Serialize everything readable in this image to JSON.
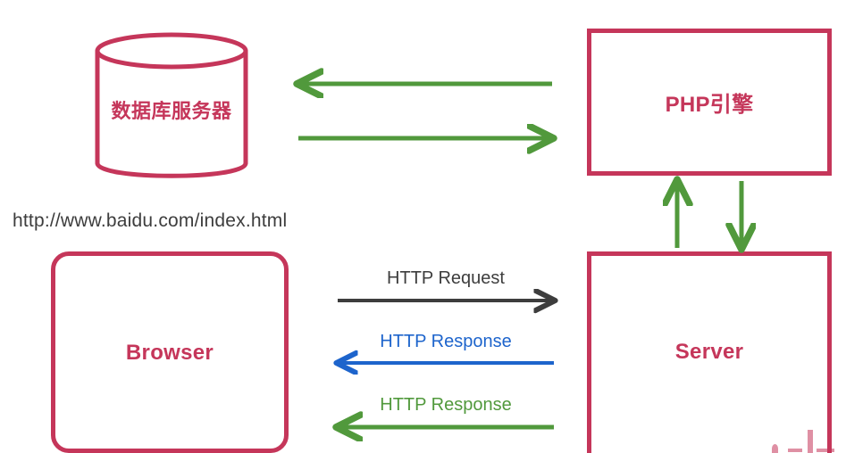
{
  "diagram": {
    "title": "Browser to Server to PHP engine to Database request flow",
    "nodes": {
      "database": {
        "label": "数据库服务器",
        "shape": "cylinder",
        "color": "#c5365a"
      },
      "php_engine": {
        "label": "PHP引擎",
        "shape": "rectangle",
        "color": "#c5365a"
      },
      "browser": {
        "label": "Browser",
        "shape": "rounded-rectangle",
        "color": "#c5365a"
      },
      "server": {
        "label": "Server",
        "shape": "rectangle",
        "color": "#c5365a"
      }
    },
    "url_text": "http://www.baidu.com/index.html",
    "url_color": "#3d3d3d",
    "connections": [
      {
        "name": "db-to-php",
        "label": "",
        "color": "#51993c",
        "direction": "left",
        "from": "php_engine",
        "to": "database"
      },
      {
        "name": "php-to-db",
        "label": "",
        "color": "#51993c",
        "direction": "right",
        "from": "database",
        "to": "php_engine"
      },
      {
        "name": "server-to-php",
        "label": "",
        "color": "#51993c",
        "direction": "up",
        "from": "server",
        "to": "php_engine"
      },
      {
        "name": "php-to-server",
        "label": "",
        "color": "#51993c",
        "direction": "down",
        "from": "php_engine",
        "to": "server"
      },
      {
        "name": "http-request",
        "label": "HTTP Request",
        "color": "#3d3d3d",
        "direction": "right",
        "from": "browser",
        "to": "server"
      },
      {
        "name": "http-response-blue",
        "label": "HTTP Response",
        "color": "#1d64cc",
        "direction": "left",
        "from": "server",
        "to": "browser"
      },
      {
        "name": "http-response-green",
        "label": "HTTP Response",
        "color": "#51993c",
        "direction": "left",
        "from": "server",
        "to": "browser"
      }
    ],
    "palette": {
      "crimson": "#c5365a",
      "green": "#51993c",
      "blue": "#1d64cc",
      "dark_gray": "#3d3d3d",
      "background": "#ffffff"
    }
  }
}
